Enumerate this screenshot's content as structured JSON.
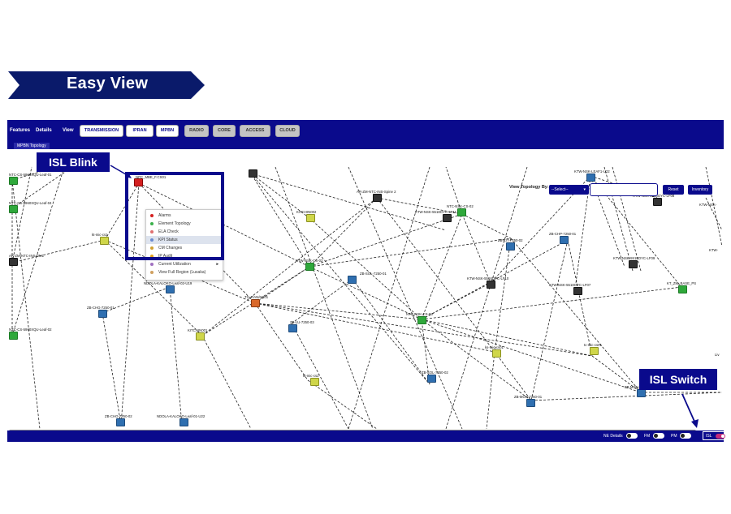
{
  "banner": {
    "title": "Easy View",
    "color": "#0a1a6a"
  },
  "topbar": {
    "features": "Features",
    "details": "Details",
    "view": "View",
    "buttons": [
      {
        "label": "TRANSMISSION",
        "active": true
      },
      {
        "label": "IPRAN",
        "active": true
      },
      {
        "label": "MPBN",
        "active": true
      },
      {
        "label": "RADIO",
        "active": false
      },
      {
        "label": "CORE",
        "active": false
      },
      {
        "label": "ACCESS",
        "active": false
      },
      {
        "label": "CLOUD",
        "active": false
      }
    ]
  },
  "tab": {
    "label": "MPBN Topology"
  },
  "controls": {
    "view_topology_by": "View Topology By:",
    "select_value": "--Select--",
    "search_placeholder": "",
    "reset": "Reset",
    "inventory": "Inventory"
  },
  "context_menu": {
    "items": [
      {
        "label": "Alarms",
        "color": "#d42020"
      },
      {
        "label": "Element Topology",
        "color": "#3ab04a"
      },
      {
        "label": "ELA Check",
        "color": "#e07070"
      },
      {
        "label": "KPI Status",
        "color": "#6a8ad0"
      },
      {
        "label": "CM Changes",
        "color": "#d0a030"
      },
      {
        "label": "IP Audit",
        "color": "#e0a020"
      },
      {
        "label": "Current Utilization",
        "color": "#a070c0"
      },
      {
        "label": "View Full Region (Lusaka)",
        "color": "#d0a060"
      }
    ],
    "highlighted_index": 3
  },
  "callouts": {
    "isl_blink": "ISL Blink",
    "isl_switch": "ISL Switch"
  },
  "status": {
    "ne_details": "NE Details",
    "fm": "FM",
    "pm": "PM",
    "isl": "ISL"
  },
  "nodes": [
    {
      "label": "NTC-CS-5960XQU-Leaf-01",
      "color": "green"
    },
    {
      "label": "NTC-CS-5960XQU-Leaf-04",
      "color": "green"
    },
    {
      "label": "AR-ZM-NTC-INS-DM1",
      "color": "dark"
    },
    {
      "label": "NTC-CS-5960XQU-Leaf-02",
      "color": "green"
    },
    {
      "label": "kt-mic-cs1",
      "color": "yellow"
    },
    {
      "label": "NDOLA-KALOKO-Leaf-02-U19",
      "color": "blue"
    },
    {
      "label": "ZB-CHG-7250-01",
      "color": "blue"
    },
    {
      "label": "KITCHIN001",
      "color": "yellow"
    },
    {
      "label": "ZB-CHG-7250-02",
      "color": "blue"
    },
    {
      "label": "NDOLA-KALOKO-Leaf-01-U22",
      "color": "blue"
    },
    {
      "label": "KITCHIN002",
      "color": "yellow"
    },
    {
      "label": "KTW-NSK-CS-02",
      "color": "green"
    },
    {
      "label": "TC_RAN/CS01",
      "color": "orange"
    },
    {
      "label": "ZB-LU-7250-03",
      "color": "blue"
    },
    {
      "label": "ZB-SOL-7250-01",
      "color": "blue"
    },
    {
      "label": "AR-ZM-NTC-INS-Spine 2",
      "color": "dark"
    },
    {
      "label": "NTC-NSK-CS-02",
      "color": "green"
    },
    {
      "label": "KTW-NSK-5518OYC-LF11",
      "color": "dark"
    },
    {
      "label": "ZB-KIT-7250-02",
      "color": "blue"
    },
    {
      "label": "KTW-NSK-5518OYC-LF10",
      "color": "dark"
    },
    {
      "label": "NTC-NSK-CS-03",
      "color": "green"
    },
    {
      "label": "ZB-SOL-7250-02",
      "color": "blue"
    },
    {
      "label": "kt-mic-cs2",
      "color": "yellow"
    },
    {
      "label": "ks-mic-cs01",
      "color": "yellow"
    },
    {
      "label": "ZB-CHP-7250-01",
      "color": "blue"
    },
    {
      "label": "KTW-NSK-LEAF1-U22",
      "color": "blue"
    },
    {
      "label": "KTW-NSK-5518OYC-LF08",
      "color": "dark"
    },
    {
      "label": "KTW-NSK-5518OYC-LF09",
      "color": "dark"
    },
    {
      "label": "KTW-NSK-5518OYC-LF07",
      "color": "dark"
    },
    {
      "label": "KT_ZM_BASE_PS",
      "color": "green"
    },
    {
      "label": "tc-mic-cs01",
      "color": "yellow"
    },
    {
      "label": "ZB-MON-7250-01",
      "color": "blue"
    },
    {
      "label": "ZB-MON-7250-02",
      "color": "blue"
    },
    {
      "label": "KTW-NSK-",
      "color": "dark"
    },
    {
      "label": "KTW-",
      "color": "dark"
    },
    {
      "label": "Liv",
      "color": "dark"
    },
    {
      "label": "NPC_MBE_F.CS01",
      "color": "red"
    }
  ]
}
